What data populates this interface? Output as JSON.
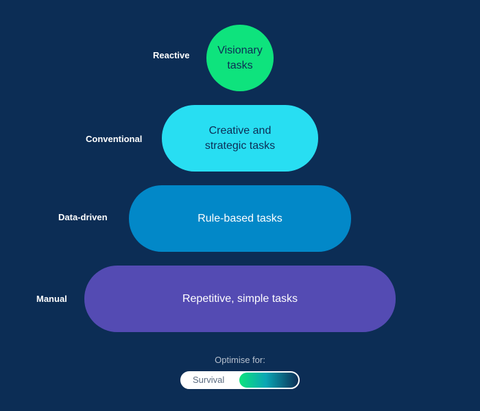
{
  "tiers": [
    {
      "label": "Reactive",
      "text": "Visionary\ntasks",
      "color": "#0ee37d"
    },
    {
      "label": "Conventional",
      "text": "Creative and\nstrategic tasks",
      "color": "#28def2"
    },
    {
      "label": "Data-driven",
      "text": "Rule-based tasks",
      "color": "#0288c8"
    },
    {
      "label": "Manual",
      "text": "Repetitive, simple tasks",
      "color": "#544bb3"
    }
  ],
  "optimise": {
    "title": "Optimise for:",
    "option": "Survival"
  },
  "colors": {
    "background": "#0c2d55"
  }
}
